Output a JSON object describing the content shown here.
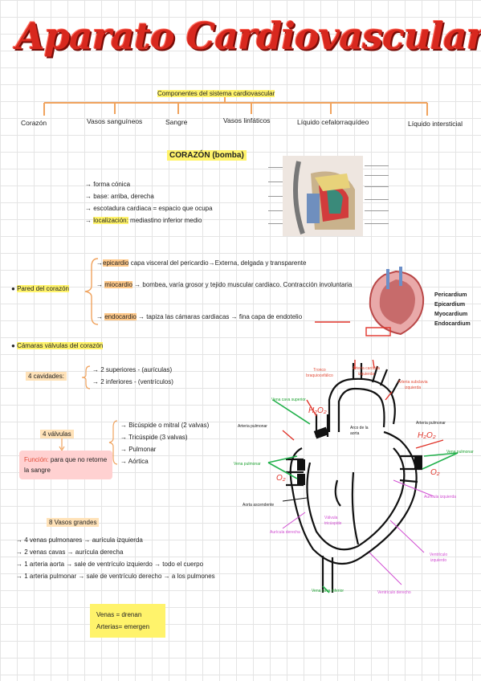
{
  "title": "Aparato Cardiovascular",
  "components": {
    "header": "Componentes del sistema cardiovascular",
    "items": [
      "Corazón",
      "Vasos sanguíneos",
      "Sangre",
      "Vasos linfáticos",
      "Líquido cefalorraquídeo",
      "Líquido intersticial"
    ]
  },
  "heart": {
    "heading": "CORAZÓN (bomba)",
    "facts": [
      "→ forma cónica",
      "→ base: arriba, derecha",
      "→ escotadura cardiaca = espacio que ocupa"
    ],
    "location_label": "localización:",
    "location_value": " mediastino inferior medio"
  },
  "wall": {
    "label": "Pared del corazón",
    "epicardio_term": "epicardio",
    "epicardio_desc": " capa visceral del pericardio→Externa, delgada y transparente",
    "miocardio_term": "miocardio",
    "miocardio_desc": " → bombea, varía grosor y tejido muscular cardiaco. Contracción involuntaria",
    "endocardio_term": "endocardio",
    "endocardio_desc": " → tapiza las cámaras cardiacas → fina capa de endotelio",
    "layers_legend": [
      "Pericardium",
      "Epicardium",
      "Myocardium",
      "Endocardium"
    ]
  },
  "chambers": {
    "label": "Cámaras válvulas del corazón",
    "cavities_label": "4 cavidades:",
    "cavities": [
      "→ 2 superiores - (aurículas)",
      "→ 2 inferiores - (ventrículos)"
    ],
    "valves_label": "4 válvulas",
    "valves": [
      "→ Bicúspide o mitral (2 valvas)",
      "→ Tricúspide (3 valvas)",
      "→ Pulmonar",
      "→ Aórtica"
    ],
    "function_label": "Función:",
    "function_text": " para que no retorne la sangre"
  },
  "vessels": {
    "label": "8 Vasos grandes",
    "items": [
      "→ 4 venas pulmonares → aurícula izquierda",
      "→ 2 venas cavas → aurícula derecha",
      "→ 1 arteria aorta → sale de ventrículo izquierdo → todo el cuerpo",
      "→ 1 arteria pulmonar → sale de ventrículo derecho → a los pulmones"
    ],
    "note": [
      "Venas = drenan",
      "Arterias= emergen"
    ]
  },
  "diagram_labels": {
    "vena_cava_sup": "Vena cava superior",
    "vena_pulmonar": "Vena pulmonar",
    "tronco": "Tronco braquiocefálico",
    "arteria_carotida": "Arteria carótida izquierda",
    "arteria_subclavia": "Arteria subclavia izquierda",
    "arteria_pulmonar_l": "Arteria pulmonar",
    "arteria_pulmonar_r": "Arteria pulmonar",
    "arco_aorta": "Arco de la aorta",
    "vena_pulmonar_r": "Vena pulmonar",
    "auricula_izq": "Aurícula izquierda",
    "auricula_der": "Aurícula derecha",
    "aorta_asc": "Aorta ascendente",
    "valvula": "Válvula tricúspide",
    "ventriculo_izq": "Ventrículo izquierdo",
    "ventriculo_der": "Ventrículo derecho",
    "vena_cava_inf": "Vena cava inferior",
    "h2o2_1": "H₂O₂",
    "h2o2_2": "H₂O₂",
    "o2_1": "O₂",
    "o2_2": "O₂"
  },
  "colors": {
    "title_red": "#d8281e",
    "highlight_yellow": "#fff36b",
    "highlight_orange": "#ffc98a",
    "function_pink": "#ffd1d1",
    "brace_orange": "#f0a35e"
  }
}
